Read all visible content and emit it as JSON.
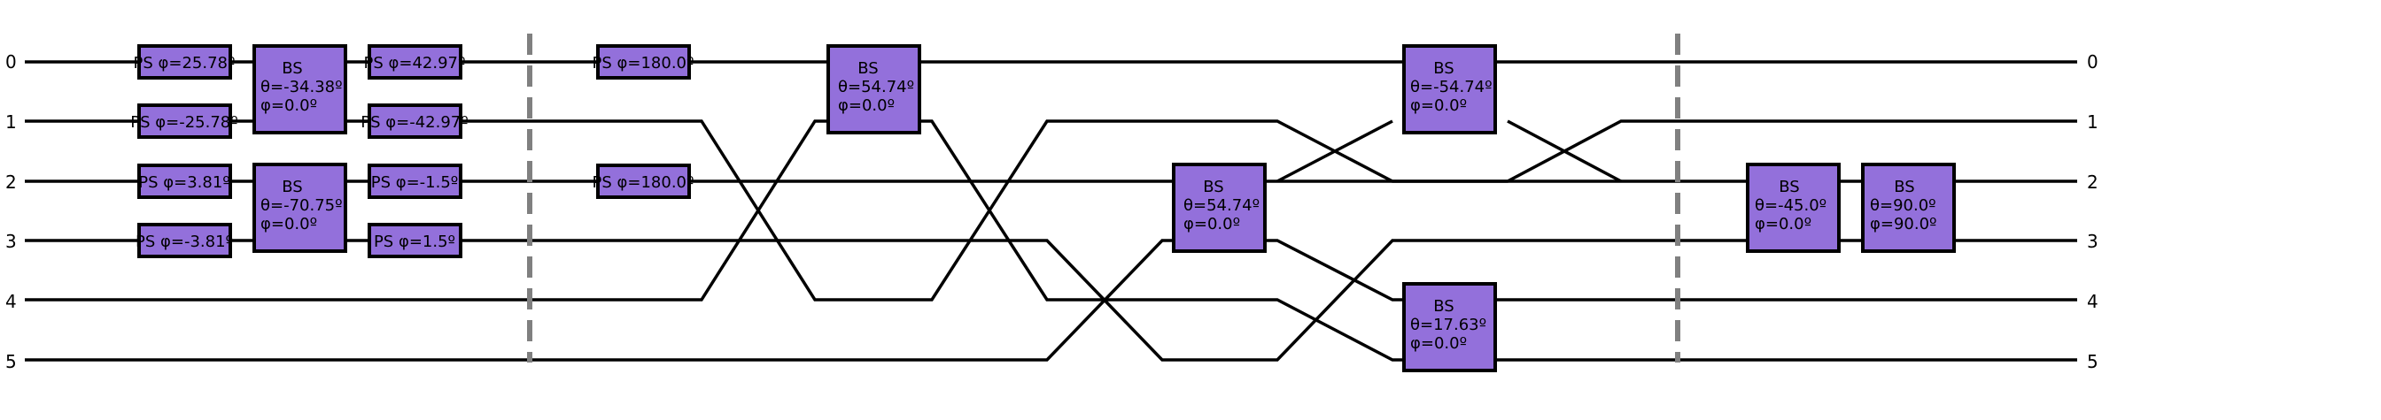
{
  "diagram": {
    "modes_left": [
      "0",
      "1",
      "2",
      "3",
      "4",
      "5"
    ],
    "modes_right": [
      "0",
      "1",
      "2",
      "3",
      "4",
      "5"
    ],
    "gates": [
      {
        "type": "PS",
        "mode": 0,
        "lines": [
          "PS φ=25.78º"
        ]
      },
      {
        "type": "PS",
        "mode": 1,
        "lines": [
          "PS φ=-25.78º"
        ]
      },
      {
        "type": "PS",
        "mode": 2,
        "lines": [
          "PS φ=3.81º"
        ]
      },
      {
        "type": "PS",
        "mode": 3,
        "lines": [
          "PS φ=-3.81º"
        ]
      },
      {
        "type": "BS",
        "modes": [
          0,
          1
        ],
        "lines": [
          "BS",
          "θ=-34.38º",
          "φ=0.0º"
        ]
      },
      {
        "type": "BS",
        "modes": [
          2,
          3
        ],
        "lines": [
          "BS",
          "θ=-70.75º",
          "φ=0.0º"
        ]
      },
      {
        "type": "PS",
        "mode": 0,
        "lines": [
          "PS φ=42.97º"
        ]
      },
      {
        "type": "PS",
        "mode": 1,
        "lines": [
          "PS φ=-42.97º"
        ]
      },
      {
        "type": "PS",
        "mode": 2,
        "lines": [
          "PS φ=-1.5º"
        ]
      },
      {
        "type": "PS",
        "mode": 3,
        "lines": [
          "PS φ=1.5º"
        ]
      },
      {
        "type": "PS",
        "mode": 0,
        "lines": [
          "PS φ=180.0º"
        ]
      },
      {
        "type": "PS",
        "mode": 2,
        "lines": [
          "PS φ=180.0º"
        ]
      },
      {
        "type": "BS",
        "modes": [
          0,
          1
        ],
        "lines": [
          "BS",
          "θ=54.74º",
          "φ=0.0º"
        ]
      },
      {
        "type": "BS",
        "modes": [
          2,
          3
        ],
        "lines": [
          "BS",
          "θ=54.74º",
          "φ=0.0º"
        ]
      },
      {
        "type": "BS",
        "modes": [
          0,
          1
        ],
        "lines": [
          "BS",
          "θ=-54.74º",
          "φ=0.0º"
        ]
      },
      {
        "type": "BS",
        "modes": [
          4,
          5
        ],
        "lines": [
          "BS",
          "θ=17.63º",
          "φ=0.0º"
        ]
      },
      {
        "type": "BS",
        "modes": [
          2,
          3
        ],
        "lines": [
          "BS",
          "θ=-45.0º",
          "φ=0.0º"
        ]
      },
      {
        "type": "BS",
        "modes": [
          2,
          3
        ],
        "lines": [
          "BS",
          "θ=90.0º",
          "φ=90.0º"
        ]
      }
    ],
    "colors": {
      "gate_fill": "#9370DB",
      "wire": "#000000",
      "barrier": "#808080"
    }
  }
}
